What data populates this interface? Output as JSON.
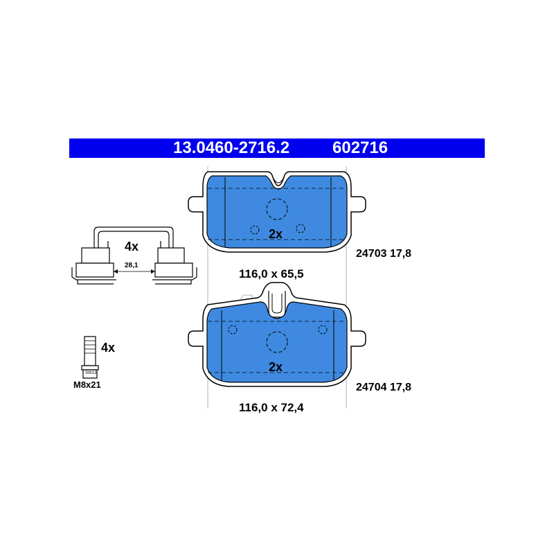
{
  "header": {
    "part_number": "13.0460-2716.2",
    "ref_number": "602716",
    "background_color": "#0000ee",
    "text_color": "#ffffff"
  },
  "pad_top": {
    "quantity": "2x",
    "dimensions": "116,0 x 65,5",
    "article": "24703 17,8",
    "fill_color": "#3f8ae0"
  },
  "pad_bottom": {
    "quantity": "2x",
    "dimensions": "116,0 x 72,4",
    "article": "24704 17,8",
    "fill_color": "#3f8ae0"
  },
  "clip_set": {
    "quantity": "4x",
    "spacing": "28,1"
  },
  "bolt": {
    "quantity": "4x",
    "size": "M8x21",
    "tag": "SW13"
  }
}
